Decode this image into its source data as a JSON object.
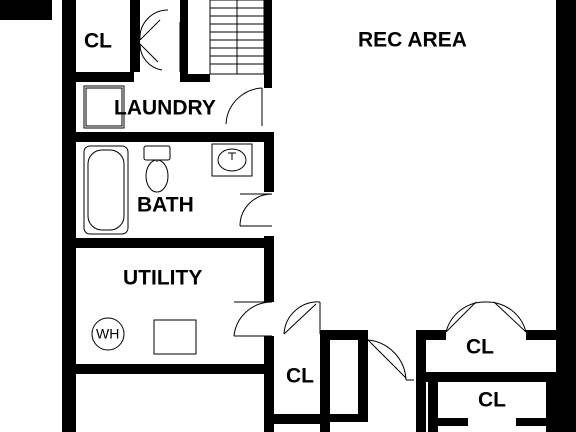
{
  "plan": {
    "colors": {
      "wall": "#000000",
      "background": "#ffffff",
      "fixture": "#555555"
    },
    "rooms": {
      "rec_area": "REC AREA",
      "laundry": "LAUNDRY",
      "bath": "BATH",
      "utility": "UTILITY",
      "closet_top_left": "CL",
      "closet_small": "CL",
      "closet_right_upper": "CL",
      "closet_right_lower": "CL"
    },
    "fixtures": {
      "water_heater": "WH"
    }
  }
}
